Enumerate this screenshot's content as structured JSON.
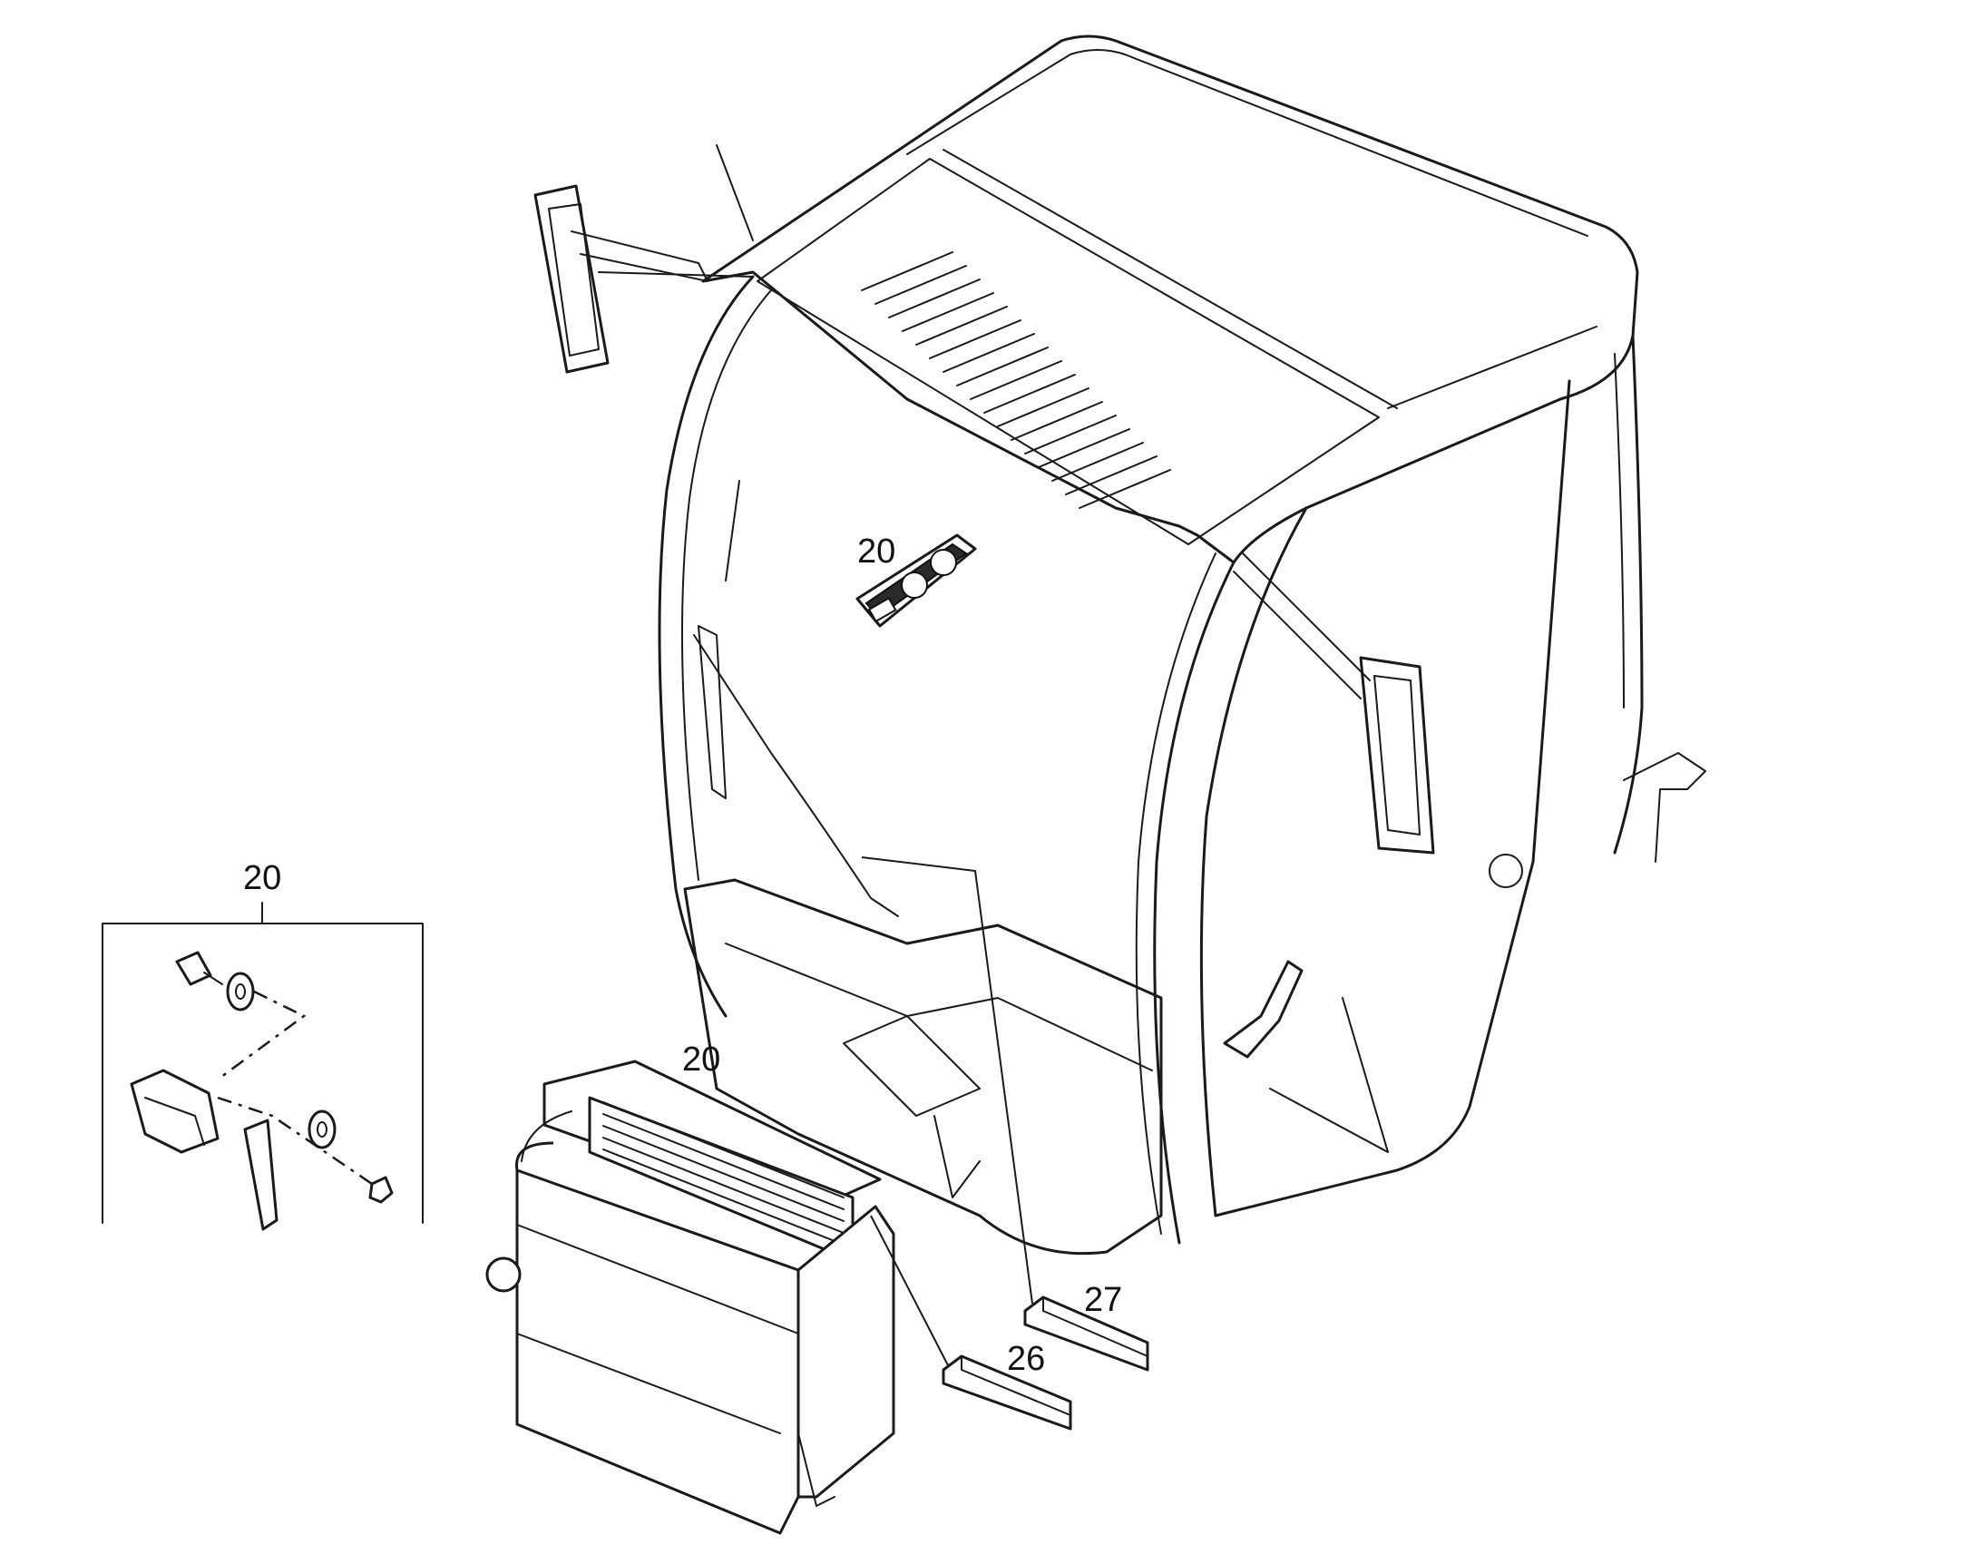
{
  "callouts": [
    {
      "id": "control-panel",
      "label": "20"
    },
    {
      "id": "valve-kit",
      "label": "20"
    },
    {
      "id": "heater-unit",
      "label": "20"
    },
    {
      "id": "filter-a",
      "label": "27"
    },
    {
      "id": "filter-b",
      "label": "26"
    }
  ],
  "colors": {
    "line": "#1a1a1a",
    "background": "#ffffff"
  }
}
